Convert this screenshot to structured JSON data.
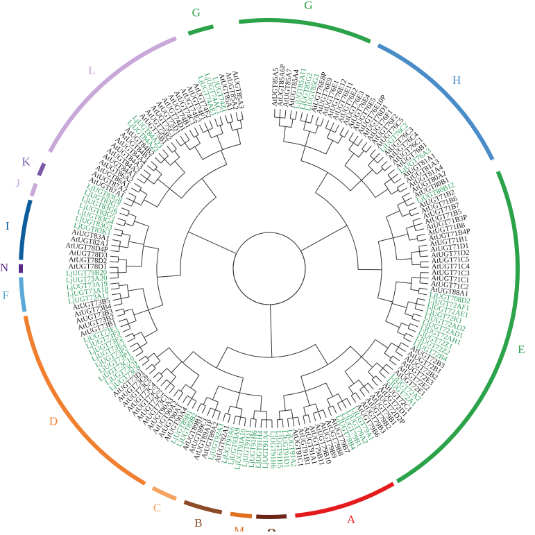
{
  "colors": {
    "A": "#e41a1c",
    "B": "#8c4a26",
    "C": "#f4a460",
    "D": "#f08030",
    "E": "#2ca24a",
    "F": "#5aa8d8",
    "G": "#2ca24a",
    "H": "#4a8cc8",
    "I": "#0d5c9c",
    "J": "#c8a8d8",
    "K": "#7a5aa8",
    "L": "#c8a8d8",
    "M": "#e07020",
    "N": "#5a2a8a",
    "O": "#6b2416",
    "tree": "#333333",
    "black_label": "#111111",
    "green_label": "#2a9a5a"
  },
  "clades": [
    {
      "id": "G1",
      "letter": "G",
      "arc": [
        -7,
        24
      ]
    },
    {
      "id": "H",
      "letter": "H",
      "arc": [
        26,
        64
      ]
    },
    {
      "id": "E",
      "letter": "E",
      "arc": [
        67,
        149
      ]
    },
    {
      "id": "A",
      "letter": "A",
      "arc": [
        150,
        174
      ]
    },
    {
      "id": "O",
      "letter": "O",
      "arc": [
        176,
        183
      ]
    },
    {
      "id": "M",
      "letter": "M",
      "arc": [
        184,
        189
      ]
    },
    {
      "id": "B",
      "letter": "B",
      "arc": [
        191,
        200
      ]
    },
    {
      "id": "C",
      "letter": "C",
      "arc": [
        202,
        208
      ]
    },
    {
      "id": "D",
      "letter": "D",
      "arc": [
        210,
        259
      ]
    },
    {
      "id": "F",
      "letter": "F",
      "arc": [
        260,
        268
      ]
    },
    {
      "id": "N",
      "letter": "N",
      "arc": [
        269,
        271
      ]
    },
    {
      "id": "I",
      "letter": "I",
      "arc": [
        272,
        286
      ]
    },
    {
      "id": "J",
      "letter": "J",
      "arc": [
        287,
        290
      ]
    },
    {
      "id": "K",
      "letter": "K",
      "arc": [
        292,
        295
      ]
    },
    {
      "id": "L",
      "letter": "L",
      "arc": [
        298,
        338
      ]
    },
    {
      "id": "G2",
      "letter": "G",
      "arc": [
        341,
        347
      ]
    }
  ],
  "leaves": [
    {
      "t": "AtUGT85A5",
      "c": "b"
    },
    {
      "t": "AtUGT85A6P",
      "c": "b"
    },
    {
      "t": "AtUGT85A7",
      "c": "b"
    },
    {
      "t": "AtUGT85A4",
      "c": "b"
    },
    {
      "t": "LjUGT85A11",
      "c": "g"
    },
    {
      "t": "LjUGT85G2",
      "c": "g"
    },
    {
      "t": "LjUGT85G3",
      "c": "g"
    },
    {
      "t": "AtUGT76E8P",
      "c": "b"
    },
    {
      "t": "AtUGT76E9",
      "c": "b"
    },
    {
      "t": "AtUGT76E1",
      "c": "b"
    },
    {
      "t": "AtUGT76E12",
      "c": "b"
    },
    {
      "t": "AtUGT76E11",
      "c": "b"
    },
    {
      "t": "AtUGT76E2",
      "c": "b"
    },
    {
      "t": "AtUGT76E3",
      "c": "b"
    },
    {
      "t": "AtUGT76E4",
      "c": "b"
    },
    {
      "t": "AtUGT76E5",
      "c": "b"
    },
    {
      "t": "AtUGT76E10P",
      "c": "b"
    },
    {
      "t": "AtUGT76D1",
      "c": "b"
    },
    {
      "t": "AtUGT76F1",
      "c": "b"
    },
    {
      "t": "AtUGT76F2",
      "c": "b"
    },
    {
      "t": "AtUGT76C5",
      "c": "b"
    },
    {
      "t": "LjUGT76C2",
      "c": "g"
    },
    {
      "t": "AtUGT76C3",
      "c": "b"
    },
    {
      "t": "AtUGT76C4",
      "c": "b"
    },
    {
      "t": "AtUGT76C1",
      "c": "b"
    },
    {
      "t": "AtUGT76B1",
      "c": "b"
    },
    {
      "t": "LjUGT76A3",
      "c": "g"
    },
    {
      "t": "AtUGT81A1",
      "c": "b"
    },
    {
      "t": "AtUGT81A3",
      "c": "b"
    },
    {
      "t": "AtUGT81A4",
      "c": "b"
    },
    {
      "t": "AtUGT80A2",
      "c": "b"
    },
    {
      "t": "AtUGT80B1",
      "c": "b"
    },
    {
      "t": "LjUGT80B12",
      "c": "g"
    },
    {
      "t": "AtUGT71B2",
      "c": "b"
    },
    {
      "t": "AtUGT71B6",
      "c": "b"
    },
    {
      "t": "AtUGT71B7",
      "c": "b"
    },
    {
      "t": "AtUGT71B5",
      "c": "b"
    },
    {
      "t": "AtUGT71B3P",
      "c": "b"
    },
    {
      "t": "AtUGT71B8",
      "c": "b"
    },
    {
      "t": "AtUGT71B4P",
      "c": "b"
    },
    {
      "t": "AtUGT71B1",
      "c": "b"
    },
    {
      "t": "AtUGT71D1",
      "c": "b"
    },
    {
      "t": "AtUGT71D2",
      "c": "b"
    },
    {
      "t": "AtUGT71C5",
      "c": "b"
    },
    {
      "t": "AtUGT71C4",
      "c": "b"
    },
    {
      "t": "AtUGT71C3",
      "c": "b"
    },
    {
      "t": "AtUGT71C1",
      "c": "b"
    },
    {
      "t": "AtUGT71C2",
      "c": "b"
    },
    {
      "t": "AtUGT88A1",
      "c": "b"
    },
    {
      "t": "LjUGT708D2",
      "c": "g"
    },
    {
      "t": "LjUGT72AF1",
      "c": "g"
    },
    {
      "t": "LjUGT72AE1",
      "c": "g"
    },
    {
      "t": "LjUGT72K1",
      "c": "g"
    },
    {
      "t": "LjUGT72AD2",
      "c": "g"
    },
    {
      "t": "LjUGT72AD1",
      "c": "g"
    },
    {
      "t": "LjUGT72AH1",
      "c": "g"
    },
    {
      "t": "LjUGT72Z1",
      "c": "g"
    },
    {
      "t": "LjUGT72Z2",
      "c": "g"
    },
    {
      "t": "LjUGT72B4",
      "c": "g"
    },
    {
      "t": "AtUGT72B3",
      "c": "b"
    },
    {
      "t": "AtUGT72B1",
      "c": "b"
    },
    {
      "t": "AtUGT72B2",
      "c": "b"
    },
    {
      "t": "AtUGT72E3",
      "c": "b"
    },
    {
      "t": "AtUGT72E2",
      "c": "b"
    },
    {
      "t": "AtUGT72E1",
      "c": "b"
    },
    {
      "t": "LjUGT72A2",
      "c": "g"
    },
    {
      "t": "LjUGT72A1",
      "c": "g"
    },
    {
      "t": "AtUGT72C1",
      "c": "b"
    },
    {
      "t": "AtUGT72D1",
      "c": "b"
    },
    {
      "t": "AtUGT72D2P",
      "c": "b"
    },
    {
      "t": "AtUGT79B1",
      "c": "b"
    },
    {
      "t": "AtUGT79B2",
      "c": "b"
    },
    {
      "t": "AtUGT79B3",
      "c": "b"
    },
    {
      "t": "AtUGT79B6",
      "c": "b"
    },
    {
      "t": "LjUGT79A1",
      "c": "g"
    },
    {
      "t": "LjUGT79A2",
      "c": "g"
    },
    {
      "t": "LjUGT79B1",
      "c": "g"
    },
    {
      "t": "LjUGT79B4",
      "c": "g"
    },
    {
      "t": "AtUGT79B7",
      "c": "b"
    },
    {
      "t": "AtUGT79B8",
      "c": "b"
    },
    {
      "t": "AtUGT79B9",
      "c": "b"
    },
    {
      "t": "AtUGT79B10",
      "c": "b"
    },
    {
      "t": "AtUGT79B11",
      "c": "b"
    },
    {
      "t": "AtUGT91A1",
      "c": "b"
    },
    {
      "t": "AtUGT91B1",
      "c": "b"
    },
    {
      "t": "AtUGT91C1",
      "c": "b"
    },
    {
      "t": "LjUGT91A2",
      "c": "g"
    },
    {
      "t": "LjUGT91D1",
      "c": "g"
    },
    {
      "t": "LjUGT91H5",
      "c": "g"
    },
    {
      "t": "LjUGT91H6",
      "c": "g"
    },
    {
      "t": "LjUGT91A4",
      "c": "g"
    },
    {
      "t": "LjUGT91H4",
      "c": "g"
    },
    {
      "t": "LjUGT91H6",
      "c": "g"
    },
    {
      "t": "LjUGT91Q1",
      "c": "g"
    },
    {
      "t": "LjUGT93A10",
      "c": "g"
    },
    {
      "t": "LjUGT93A9",
      "c": "g"
    },
    {
      "t": "LjUGT93A6",
      "c": "g"
    },
    {
      "t": "AtUGT92A1",
      "c": "b"
    },
    {
      "t": "LjUGT92A3",
      "c": "g"
    },
    {
      "t": "AtUGT89A2",
      "c": "b"
    },
    {
      "t": "AtUGT89A1P",
      "c": "b"
    },
    {
      "t": "AtUGT89C1",
      "c": "b"
    },
    {
      "t": "AtUGT89B1",
      "c": "b"
    },
    {
      "t": "LjUGT89B2",
      "c": "g"
    },
    {
      "t": "LjUGT89B1",
      "c": "g"
    },
    {
      "t": "AtUGT90A4",
      "c": "b"
    },
    {
      "t": "AtUGT90A1",
      "c": "b"
    },
    {
      "t": "AtUGT90A2",
      "c": "b"
    },
    {
      "t": "AtUGT90A3",
      "c": "b"
    },
    {
      "t": "AtUGT73C1",
      "c": "b"
    },
    {
      "t": "AtUGT73C2",
      "c": "b"
    },
    {
      "t": "AtUGT73C3",
      "c": "b"
    },
    {
      "t": "AtUGT73C4",
      "c": "b"
    },
    {
      "t": "AtUGT73C5",
      "c": "b"
    },
    {
      "t": "AtUGT73C6",
      "c": "b"
    },
    {
      "t": "AtUGT73D1",
      "c": "b"
    },
    {
      "t": "LjUGT73C8",
      "c": "g"
    },
    {
      "t": "LjUGT73C9",
      "c": "g"
    },
    {
      "t": "LjUGT73C10",
      "c": "g"
    },
    {
      "t": "LjUGT73P1",
      "c": "g"
    },
    {
      "t": "LjUGT73P2",
      "c": "g"
    },
    {
      "t": "LjUGT73E2",
      "c": "g"
    },
    {
      "t": "LjUGT73F2",
      "c": "g"
    },
    {
      "t": "LjUGT73F3",
      "c": "g"
    },
    {
      "t": "LjUGT73E1",
      "c": "g"
    },
    {
      "t": "AtUGT73B1",
      "c": "b"
    },
    {
      "t": "AtUGT73B2",
      "c": "b"
    },
    {
      "t": "AtUGT73B3",
      "c": "b"
    },
    {
      "t": "AtUGT73B4",
      "c": "b"
    },
    {
      "t": "AtUGT73B5",
      "c": "b"
    },
    {
      "t": "LjUGT73A17",
      "c": "g"
    },
    {
      "t": "LjUGT73A18",
      "c": "g"
    },
    {
      "t": "LjUGT73A19",
      "c": "g"
    },
    {
      "t": "LjUGT73A20",
      "c": "g"
    },
    {
      "t": "LjUGT79B20",
      "c": "g"
    },
    {
      "t": "AtUGT78D1",
      "c": "b"
    },
    {
      "t": "AtUGT78D2",
      "c": "b"
    },
    {
      "t": "AtUGT78D3",
      "c": "b"
    },
    {
      "t": "AtUGT78D4P",
      "c": "b"
    },
    {
      "t": "AtUGT82A1",
      "c": "b"
    },
    {
      "t": "AtUGT83A1",
      "c": "b"
    },
    {
      "t": "LjUGT83K1",
      "c": "g"
    },
    {
      "t": "LjUGT83G3",
      "c": "g"
    },
    {
      "t": "LjUGT83G4",
      "c": "g"
    },
    {
      "t": "LjUGT83G5",
      "c": "g"
    },
    {
      "t": "LjUGT83G6",
      "c": "g"
    },
    {
      "t": "LjUGT83G7",
      "c": "g"
    },
    {
      "t": "LjUGT83G8",
      "c": "g"
    },
    {
      "t": "AtUGT87A1",
      "c": "b"
    },
    {
      "t": "AtUGT87A2",
      "c": "b"
    },
    {
      "t": "AtUGT86A1",
      "c": "b"
    },
    {
      "t": "AtUGT86A2",
      "c": "b"
    },
    {
      "t": "AtUGT84A1",
      "c": "b"
    },
    {
      "t": "AtUGT84A2",
      "c": "b"
    },
    {
      "t": "AtUGT84A3",
      "c": "b"
    },
    {
      "t": "AtUGT84A4",
      "c": "b"
    },
    {
      "t": "AtUGT84B1",
      "c": "b"
    },
    {
      "t": "AtUGT84B2",
      "c": "b"
    },
    {
      "t": "LjUGT84A22",
      "c": "g"
    },
    {
      "t": "LjUGT84A23",
      "c": "g"
    },
    {
      "t": "AtUGT75B1",
      "c": "b"
    },
    {
      "t": "AtUGT75B2",
      "c": "b"
    },
    {
      "t": "AtUGT75C1",
      "c": "b"
    },
    {
      "t": "AtUGT75D1",
      "c": "b"
    },
    {
      "t": "AtUGT74D1",
      "c": "b"
    },
    {
      "t": "AtUGT74B1",
      "c": "b"
    },
    {
      "t": "AtUGT74C1",
      "c": "b"
    },
    {
      "t": "AtUGT74E2",
      "c": "b"
    },
    {
      "t": "AtUGT74F1",
      "c": "b"
    },
    {
      "t": "AtUGT74F2",
      "c": "b"
    },
    {
      "t": "LjUGT74AE1",
      "c": "g"
    },
    {
      "t": "LjUGT74AC1",
      "c": "g"
    },
    {
      "t": "LjUGT74Z1",
      "c": "g"
    },
    {
      "t": "AtUGT85A1",
      "c": "b"
    },
    {
      "t": "AtUGT85A2",
      "c": "b"
    },
    {
      "t": "AtUGT85A3",
      "c": "b"
    }
  ]
}
